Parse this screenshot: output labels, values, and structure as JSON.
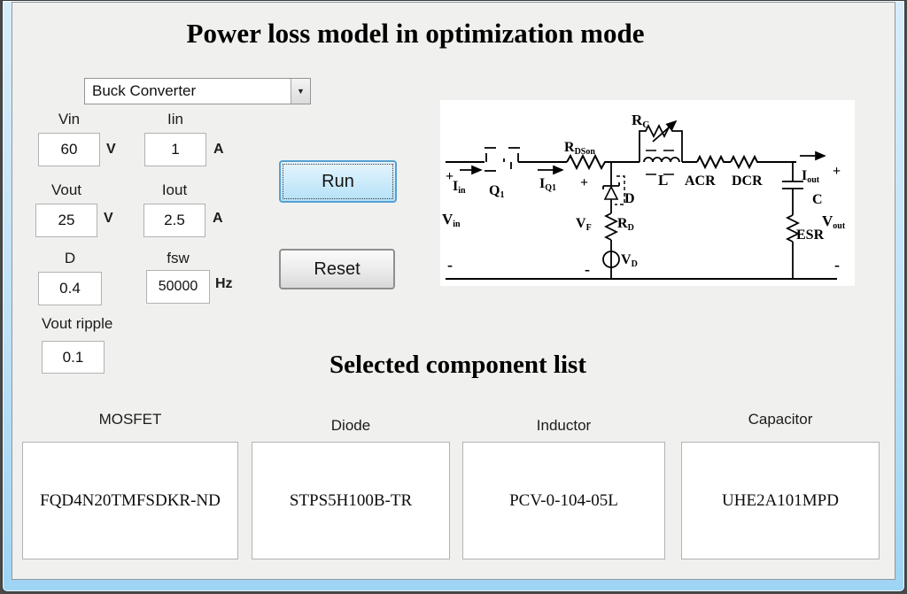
{
  "window": {
    "title": "Power loss model in optimization mode"
  },
  "converter": {
    "selected": "Buck Converter",
    "arrow_icon": "▼"
  },
  "fields": {
    "vin": {
      "label": "Vin",
      "value": "60",
      "unit": "V"
    },
    "iin": {
      "label": "Iin",
      "value": "1",
      "unit": "A"
    },
    "vout": {
      "label": "Vout",
      "value": "25",
      "unit": "V"
    },
    "iout": {
      "label": "Iout",
      "value": "2.5",
      "unit": "A"
    },
    "d": {
      "label": "D",
      "value": "0.4"
    },
    "fsw": {
      "label": "fsw",
      "value": "50000",
      "unit": "Hz"
    },
    "vout_ripple": {
      "label": "Vout ripple",
      "value": "0.1"
    }
  },
  "buttons": {
    "run": "Run",
    "reset": "Reset"
  },
  "section": {
    "title": "Selected component list"
  },
  "components": [
    {
      "label": "MOSFET",
      "part": "FQD4N20TMFSDKR-ND"
    },
    {
      "label": "Diode",
      "part": "STPS5H100B-TR"
    },
    {
      "label": "Inductor",
      "part": "PCV-0-104-05L"
    },
    {
      "label": "Capacitor",
      "part": "UHE2A101MPD"
    }
  ],
  "circuit": {
    "plus": "+",
    "minus": "-",
    "labels": {
      "vin": {
        "main": "V",
        "sub": "in"
      },
      "iin": {
        "main": "I",
        "sub": "in"
      },
      "q1": {
        "main": "Q",
        "sub": "1"
      },
      "iq1": {
        "main": "I",
        "sub": "Q1"
      },
      "rdson": {
        "main": "R",
        "sub": "DSon"
      },
      "rc": {
        "main": "R",
        "sub": "C"
      },
      "d": "D",
      "vf": {
        "main": "V",
        "sub": "F"
      },
      "rd": {
        "main": "R",
        "sub": "D"
      },
      "vd": {
        "main": "V",
        "sub": "D"
      },
      "l": "L",
      "acr": "ACR",
      "dcr": "DCR",
      "c": "C",
      "iout": {
        "main": "I",
        "sub": "out"
      },
      "esr": "ESR",
      "vout": {
        "main": "V",
        "sub": "out"
      }
    }
  },
  "colors": {
    "background": "#f0f0ee",
    "run_border": "#56a0d2",
    "run_fill": "#cfecfb",
    "frame_blue": "#a8d8f5"
  }
}
